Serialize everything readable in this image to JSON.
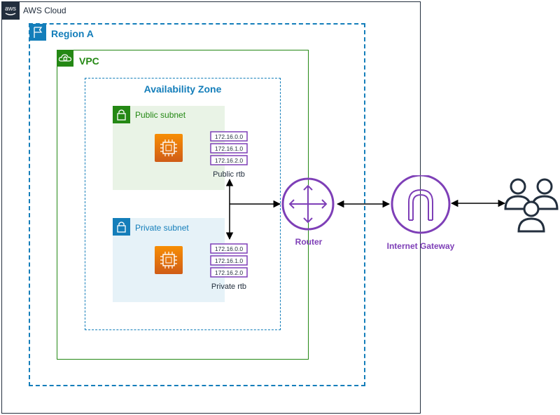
{
  "cloud": {
    "label": "AWS Cloud",
    "badge_text": "aws"
  },
  "region": {
    "label": "Region A"
  },
  "vpc": {
    "label": "VPC"
  },
  "az": {
    "label": "Availability Zone"
  },
  "public_subnet": {
    "label": "Public subnet",
    "rtb_label": "Public rtb",
    "routes": [
      "172.16.0.0",
      "172.16.1.0",
      "172.16.2.0"
    ]
  },
  "private_subnet": {
    "label": "Private subnet",
    "rtb_label": "Private rtb",
    "routes": [
      "172.16.0.0",
      "172.16.1.0",
      "172.16.2.0"
    ]
  },
  "router": {
    "label": "Router"
  },
  "igw": {
    "label": "Internet Gateway"
  },
  "colors": {
    "aws_dark": "#232f3e",
    "region_blue": "#147eba",
    "vpc_green": "#248814",
    "network_purple": "#7e3fb7",
    "ec2_orange": "#e7711b"
  }
}
